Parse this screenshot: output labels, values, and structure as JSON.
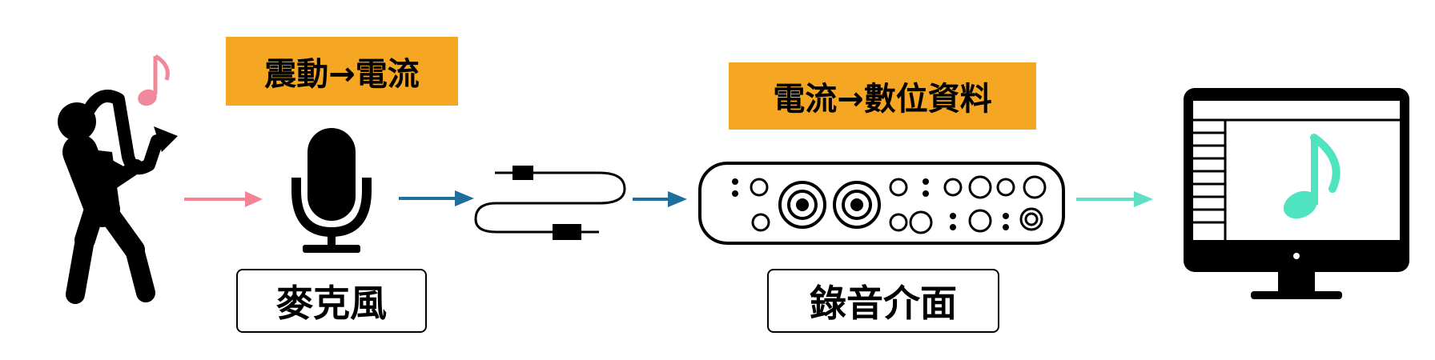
{
  "tags": {
    "mic_conversion": "震動→電流",
    "interface_conversion": "電流→數位資料"
  },
  "labels": {
    "microphone": "麥克風",
    "audio_interface": "錄音介面"
  },
  "colors": {
    "tag_bg": "#f5a623",
    "note_pink": "#f08a9a",
    "arrow_pink": "#f48494",
    "arrow_blue": "#1f6f9e",
    "arrow_teal": "#5fe0c4",
    "note_teal": "#4fe3bf"
  },
  "icons": [
    "saxophone-player-icon",
    "music-note-icon",
    "microphone-icon",
    "cable-icon",
    "audio-interface-icon",
    "monitor-icon"
  ]
}
